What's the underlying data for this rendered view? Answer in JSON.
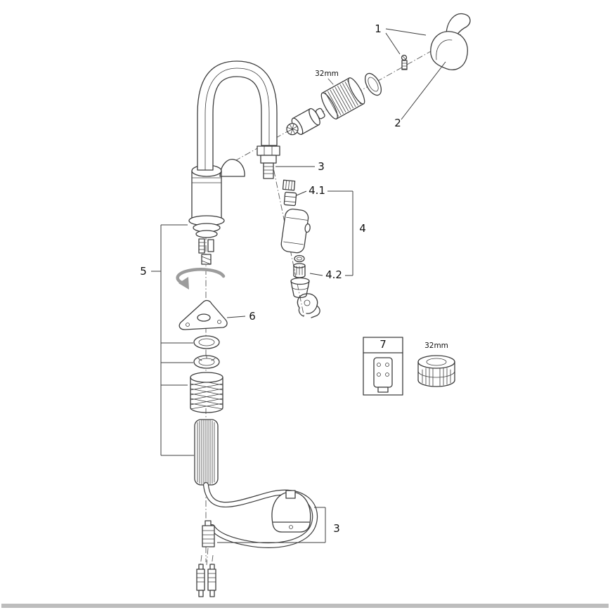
{
  "diagram": {
    "background": "#ffffff",
    "line_color": "#3d3d3d",
    "accent_gray": "#9c9c9c",
    "bottom_bar_color": "#bdbdbd",
    "labels": {
      "part1": "1",
      "part2": "2",
      "part3_top": "3",
      "part3_bottom": "3",
      "part4": "4",
      "part4_1": "4.1",
      "part4_2": "4.2",
      "part5": "5",
      "part6": "6",
      "part7": "7",
      "size_cartridge": "32mm",
      "size_socket": "32mm"
    }
  }
}
